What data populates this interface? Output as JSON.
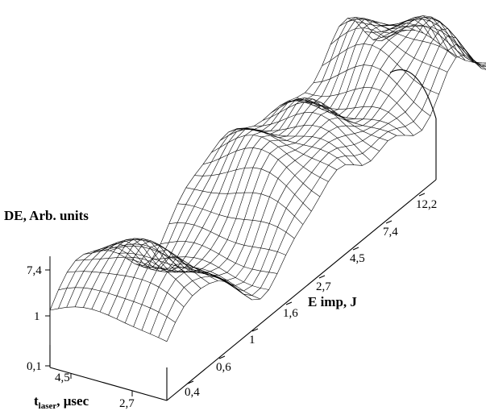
{
  "chart_data": {
    "type": "surface",
    "title": "",
    "zlabel": "DE, Arb. units",
    "xlabel": "E imp, J",
    "ylabel_main": "t",
    "ylabel_sub": "laser",
    "ylabel_tail": ", μsec",
    "z_ticks": [
      "7,4",
      "1",
      "0,1"
    ],
    "x_ticks": [
      "0,4",
      "0,6",
      "1",
      "1,6",
      "2,7",
      "4,5",
      "7,4",
      "12,2"
    ],
    "y_ticks": [
      "4,5",
      "2,7"
    ],
    "grid": false,
    "legend": "none",
    "note": "3D wireframe mesh surface of DE versus E imp (log-spaced) and t_laser"
  }
}
